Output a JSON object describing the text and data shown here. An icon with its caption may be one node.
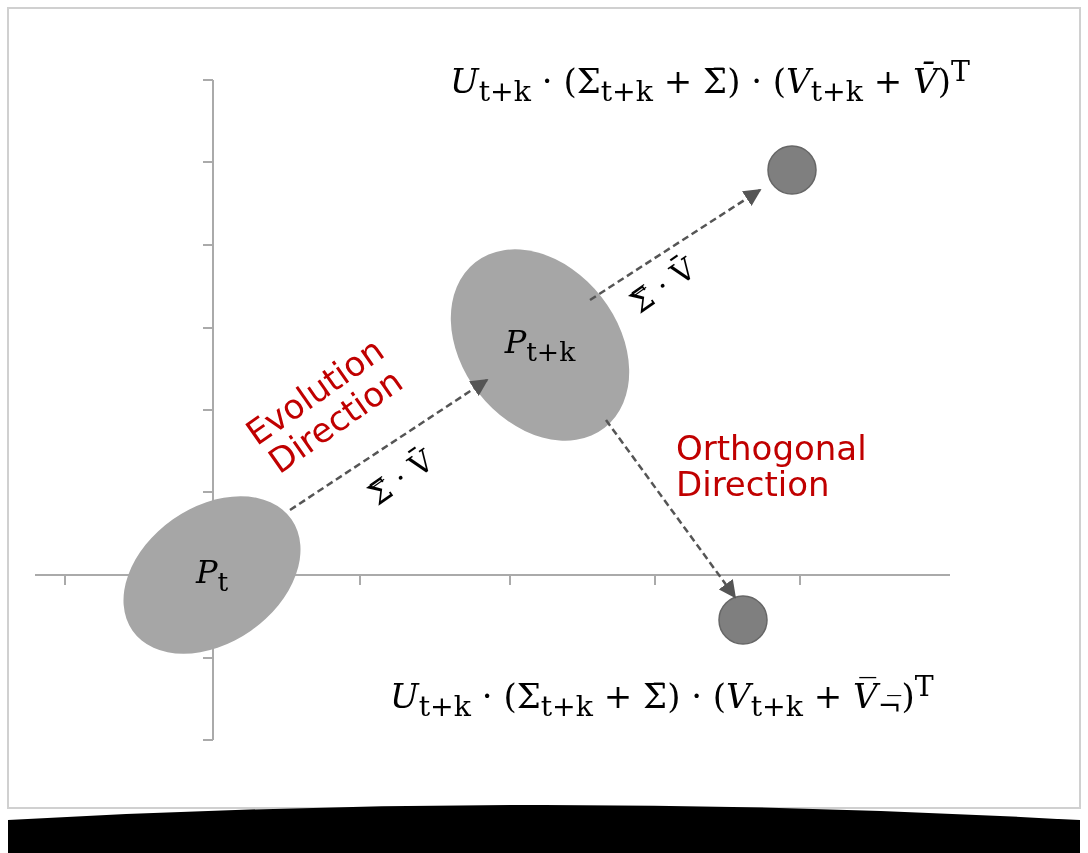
{
  "diagram": {
    "nodes": [
      {
        "text": [
          "*P*$_{t}$"
        ]
      },
      {
        "text": [
          "*P*$_{t+k}$"
        ]
      },
      {
        "text": [],
        "shape": "circle",
        "beside": [
          "*U*$_{t+k}$ · (Σ$_{t+k}$ + Σ̄) · (*V*$_{t+k}$ + *V̄*)$^{T}$"
        ]
      },
      {
        "text": [],
        "shape": "circle",
        "beside": [
          "*U*$_{t+k}$ · (Σ$_{t+k}$ + Σ̄) · (*V*$_{t+k}$ + *V̅*$_{¬̅}$)$^{T}$"
        ]
      }
    ],
    "edges": [
      {
        "from": 0,
        "to": 1,
        "arrow": "to",
        "style": "dashed",
        "label": "Σ̿ · V̄"
      },
      {
        "from": 1,
        "to": 2,
        "arrow": "to",
        "style": "dashed",
        "label": "Σ̿ · V̄"
      },
      {
        "from": 1,
        "to": 3,
        "arrow": "to",
        "style": "dashed"
      }
    ],
    "labels": [
      "Evolution Direction",
      "Orthogonal Direction"
    ]
  }
}
